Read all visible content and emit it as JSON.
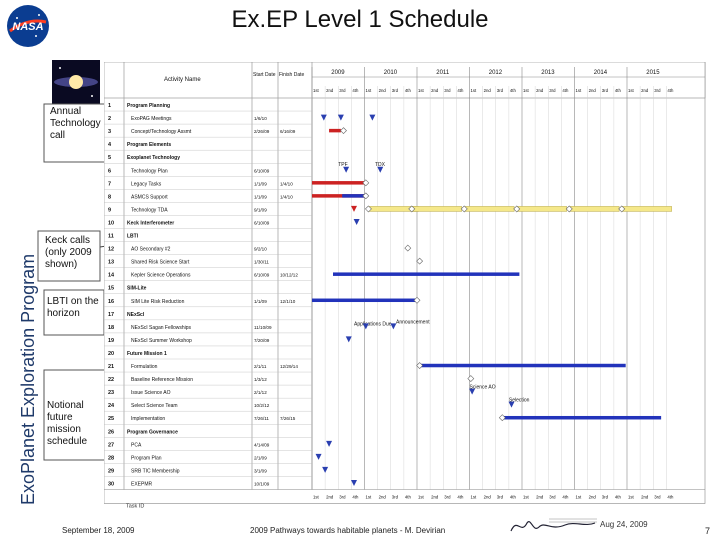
{
  "slide": {
    "title": "Ex.EP Level 1 Schedule",
    "vertical_label": "ExoPlanet Exploration Program",
    "callouts": [
      "Annual Technology call",
      "Keck calls (only 2009 shown)",
      "LBTI on the horizon",
      "Notional future mission schedule"
    ],
    "footer_date": "September 18, 2009",
    "footer_center": "2009 Pathways towards habitable planets - M. Devirian",
    "footer_right": "Aug 24, 2009",
    "page_number": "7"
  },
  "schedule": {
    "header": {
      "activity": "Activity Name",
      "start": "Start Date",
      "finish": "Finish Date"
    },
    "years": [
      "2009",
      "2010",
      "2011",
      "2012",
      "2013",
      "2014",
      "2015"
    ],
    "quarters": [
      "1st",
      "2nd",
      "3rd",
      "4th"
    ],
    "rows": [
      {
        "num": "1",
        "name": "Program Planning",
        "start": "",
        "finish": "",
        "bold": true
      },
      {
        "num": "2",
        "name": "ExoPAG Meetings",
        "start": "1/6/10",
        "finish": "",
        "bold": false
      },
      {
        "num": "3",
        "name": "Concept/Technology Assmt",
        "start": "2/26/09",
        "finish": "6/16/09",
        "bold": false
      },
      {
        "num": "4",
        "name": "Program Elements",
        "start": "",
        "finish": "",
        "bold": true
      },
      {
        "num": "5",
        "name": "Exoplanet Technology",
        "start": "",
        "finish": "",
        "bold": true
      },
      {
        "num": "6",
        "name": "Technology Plan",
        "start": "6/10/09",
        "finish": "",
        "bold": false
      },
      {
        "num": "7",
        "name": "Legacy Tasks",
        "start": "1/1/09",
        "finish": "1/4/10",
        "bold": false
      },
      {
        "num": "8",
        "name": "ASMCS Support",
        "start": "1/1/09",
        "finish": "1/4/10",
        "bold": false
      },
      {
        "num": "9",
        "name": "Technology TDA",
        "start": "9/1/09",
        "finish": "",
        "bold": false
      },
      {
        "num": "10",
        "name": "Keck Interferometer",
        "start": "6/10/09",
        "finish": "",
        "bold": true
      },
      {
        "num": "11",
        "name": "LBTI",
        "start": "",
        "finish": "",
        "bold": true
      },
      {
        "num": "12",
        "name": "AO Secondary #2",
        "start": "9/2/10",
        "finish": "",
        "bold": false
      },
      {
        "num": "13",
        "name": "Shared Risk Science Start",
        "start": "1/30/11",
        "finish": "",
        "bold": false
      },
      {
        "num": "14",
        "name": "Kepler Science Operations",
        "start": "6/10/09",
        "finish": "10/12/12",
        "bold": false
      },
      {
        "num": "15",
        "name": "SIM-Lite",
        "start": "",
        "finish": "",
        "bold": true
      },
      {
        "num": "16",
        "name": "SIM Lite Risk Reduction",
        "start": "1/1/09",
        "finish": "12/1/10",
        "bold": false
      },
      {
        "num": "17",
        "name": "NExScI",
        "start": "",
        "finish": "",
        "bold": true
      },
      {
        "num": "18",
        "name": "NExScI Sagan Fellowships",
        "start": "11/10/09",
        "finish": "",
        "bold": false
      },
      {
        "num": "19",
        "name": "NExScI Summer Workshop",
        "start": "7/20/09",
        "finish": "",
        "bold": false
      },
      {
        "num": "20",
        "name": "Future Mission 1",
        "start": "",
        "finish": "",
        "bold": true
      },
      {
        "num": "21",
        "name": "Formulation",
        "start": "2/1/11",
        "finish": "12/29/14",
        "bold": false
      },
      {
        "num": "22",
        "name": "Baseline Reference Mission",
        "start": "1/3/12",
        "finish": "",
        "bold": false
      },
      {
        "num": "23",
        "name": "Issue Science AO",
        "start": "2/1/12",
        "finish": "",
        "bold": false
      },
      {
        "num": "24",
        "name": "Select Science Team",
        "start": "10/2/12",
        "finish": "",
        "bold": false
      },
      {
        "num": "25",
        "name": "Implementation",
        "start": "7/26/11",
        "finish": "7/26/15",
        "bold": false
      },
      {
        "num": "26",
        "name": "Program Governance",
        "start": "",
        "finish": "",
        "bold": true
      },
      {
        "num": "27",
        "name": "PCA",
        "start": "4/14/09",
        "finish": "",
        "bold": false
      },
      {
        "num": "28",
        "name": "Program Plan",
        "start": "2/1/09",
        "finish": "",
        "bold": false
      },
      {
        "num": "29",
        "name": "SRB TIC Membership",
        "start": "3/1/09",
        "finish": "",
        "bold": false
      },
      {
        "num": "30",
        "name": "EXEPMR",
        "start": "10/1/09",
        "finish": "",
        "bold": false
      }
    ],
    "annotations": [
      "TPF",
      "TDX",
      "Applications Due",
      "Announcement",
      "Science AO",
      "Selection"
    ],
    "task_id_label": "Task ID"
  },
  "colors": {
    "red": "#cc2222",
    "blue": "#2233bb",
    "yellow": "#f5e88a",
    "grid": "#888888",
    "triangle": "#2a3fb0"
  }
}
